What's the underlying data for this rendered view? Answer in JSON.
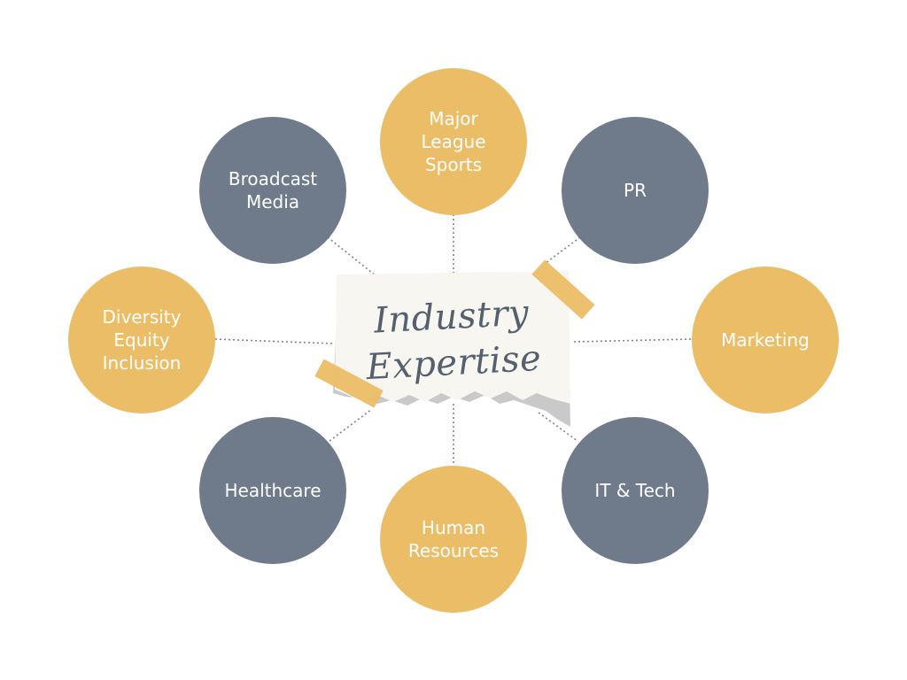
{
  "center": {
    "line1": "Industry",
    "line2": "Expertise"
  },
  "colors": {
    "gold": "#ecbd67",
    "slate": "#6f7a8b",
    "connector": "#7a8494",
    "paper": "#f7f6f1"
  },
  "nodes": {
    "top": "Major\nLeague\nSports",
    "top_left": "Broadcast\nMedia",
    "top_right": "PR",
    "left": "Diversity\nEquity\nInclusion",
    "right": "Marketing",
    "bottom_left": "Healthcare",
    "bottom": "Human\nResources",
    "bottom_right": "IT & Tech"
  }
}
